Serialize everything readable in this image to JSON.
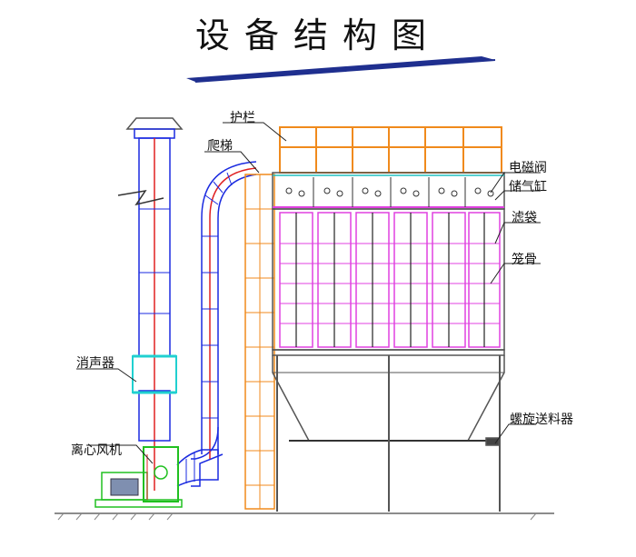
{
  "title": "设备结构图",
  "labels": {
    "guardrail": "护栏",
    "ladder": "爬梯",
    "solenoid_valve": "电磁阀",
    "air_tank": "储气缸",
    "filter_bag": "滤袋",
    "cage": "笼骨",
    "silencer": "消声器",
    "screw_conveyor": "螺旋送料器",
    "fan": "离心风机"
  },
  "colors": {
    "guardrail": "#f08a1c",
    "filter_bag": "#e040e0",
    "duct_outline": "#1a2ae0",
    "duct_center": "#e02020",
    "silencer": "#20d0d0",
    "fan": "#20c020",
    "structure": "#555555",
    "banner": "#1f2f8f"
  }
}
